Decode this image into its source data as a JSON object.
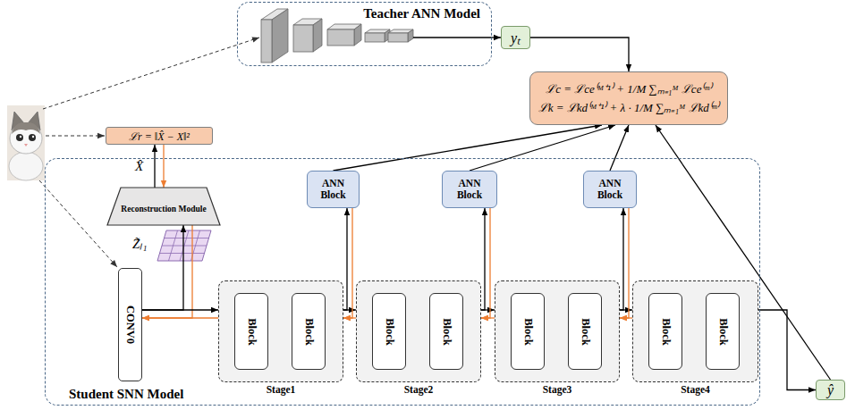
{
  "diagram": {
    "nodes": [
      {
        "text": [
          "Teacher ANN Model"
        ]
      },
      {
        "text": [
          "yₜ"
        ]
      },
      {
        "text": [
          "ℒc = ℒce⁽ᴹ⁺¹⁾ + 1/M ∑ₘ₌₁ᴹ ℒce⁽ᵐ⁾",
          "ℒk = ℒkd⁽ᴹ⁺¹⁾ + λ · 1/M ∑ₘ₌₁ᴹ ℒkd⁽ᵐ⁾"
        ]
      },
      {
        "text": [
          "ℒr = ‖X̂ − X‖²"
        ]
      },
      {
        "text": [
          "Student SNN Model"
        ]
      },
      {
        "text": [
          "Reconstruction Module"
        ],
        "in": 4
      },
      {
        "text": [
          "ANN Block"
        ],
        "in": 4
      },
      {
        "text": [
          "ANN Block"
        ],
        "in": 4
      },
      {
        "text": [
          "ANN Block"
        ],
        "in": 4
      },
      {
        "text": [
          "CONV0"
        ],
        "in": 4
      },
      {
        "text": [
          "Stage1"
        ],
        "in": 4
      },
      {
        "text": [
          "Block"
        ],
        "in": 10
      },
      {
        "text": [
          "Block"
        ],
        "in": 10
      },
      {
        "text": [
          "Stage2"
        ],
        "in": 4
      },
      {
        "text": [
          "Block"
        ],
        "in": 13
      },
      {
        "text": [
          "Block"
        ],
        "in": 13
      },
      {
        "text": [
          "Stage3"
        ],
        "in": 4
      },
      {
        "text": [
          "Block"
        ],
        "in": 16
      },
      {
        "text": [
          "Block"
        ],
        "in": 16
      },
      {
        "text": [
          "Stage4"
        ],
        "in": 4
      },
      {
        "text": [
          "Block"
        ],
        "in": 19
      },
      {
        "text": [
          "Block"
        ],
        "in": 19
      },
      {
        "text": [
          "ŷ"
        ]
      }
    ],
    "edges": [
      {
        "from": 0,
        "to": 1,
        "arrow": "to"
      },
      {
        "from": 1,
        "to": 2,
        "arrow": "to"
      },
      {
        "from": 6,
        "to": 2,
        "arrow": "to"
      },
      {
        "from": 7,
        "to": 2,
        "arrow": "to"
      },
      {
        "from": 8,
        "to": 2,
        "arrow": "to"
      },
      {
        "from": 22,
        "to": 2,
        "arrow": "to"
      },
      {
        "from": 19,
        "to": 22,
        "arrow": "to"
      },
      {
        "from": 5,
        "to": 3,
        "arrow": "to"
      },
      {
        "from": 3,
        "to": 5,
        "arrow": "to"
      },
      {
        "from": 9,
        "to": 5,
        "arrow": "to"
      },
      {
        "from": 5,
        "to": 9,
        "arrow": "to"
      },
      {
        "from": 9,
        "to": 10,
        "arrow": "to"
      },
      {
        "from": 10,
        "to": 9,
        "arrow": "to"
      },
      {
        "from": 10,
        "to": 13,
        "arrow": "to"
      },
      {
        "from": 13,
        "to": 10,
        "arrow": "to"
      },
      {
        "from": 13,
        "to": 16,
        "arrow": "to"
      },
      {
        "from": 16,
        "to": 13,
        "arrow": "to"
      },
      {
        "from": 16,
        "to": 19,
        "arrow": "to"
      },
      {
        "from": 19,
        "to": 16,
        "arrow": "to"
      },
      {
        "from": 10,
        "to": 6,
        "arrow": "to"
      },
      {
        "from": 6,
        "to": 10,
        "arrow": "to"
      },
      {
        "from": 13,
        "to": 7,
        "arrow": "to"
      },
      {
        "from": 7,
        "to": 13,
        "arrow": "to"
      },
      {
        "from": 16,
        "to": 8,
        "arrow": "to"
      },
      {
        "from": 8,
        "to": 16,
        "arrow": "to"
      },
      {
        "from": 11,
        "to": 12,
        "arrow": "to"
      },
      {
        "from": 12,
        "to": 11,
        "arrow": "to"
      },
      {
        "from": 14,
        "to": 15,
        "arrow": "to"
      },
      {
        "from": 15,
        "to": 14,
        "arrow": "to"
      },
      {
        "from": 17,
        "to": 18,
        "arrow": "to"
      },
      {
        "from": 18,
        "to": 17,
        "arrow": "to"
      },
      {
        "from": 20,
        "to": 21,
        "arrow": "to"
      },
      {
        "from": 21,
        "to": 20,
        "arrow": "to"
      }
    ],
    "labels": [
      "X̂",
      "Z̃ₗ₁"
    ]
  }
}
